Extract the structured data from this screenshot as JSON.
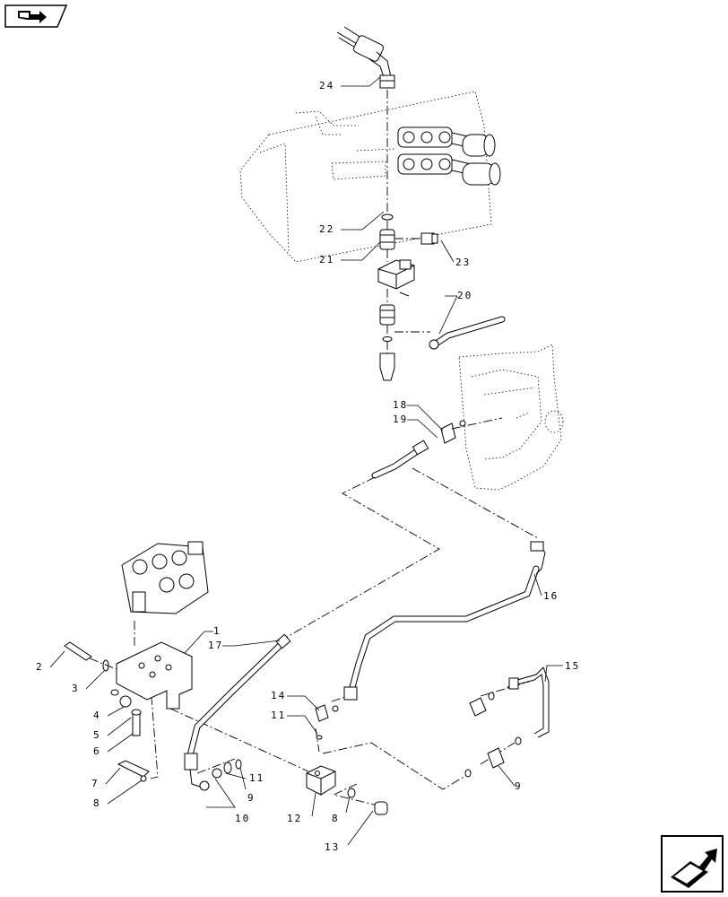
{
  "nav": {
    "top_icon": "book-arrow-icon",
    "bottom_icon": "arrow-next-icon"
  },
  "callouts": {
    "c1": "1",
    "c2": "2",
    "c3": "3",
    "c4": "4",
    "c5": "5",
    "c6": "6",
    "c7": "7",
    "c8a": "8",
    "c8b": "8",
    "c9a": "9",
    "c9b": "9",
    "c10": "10",
    "c11a": "11",
    "c11b": "11",
    "c12": "12",
    "c13": "13",
    "c14": "14",
    "c15": "15",
    "c16": "16",
    "c17": "17",
    "c18": "18",
    "c19": "19",
    "c20": "20",
    "c21": "21",
    "c22": "22",
    "c23": "23",
    "c24": "24"
  }
}
